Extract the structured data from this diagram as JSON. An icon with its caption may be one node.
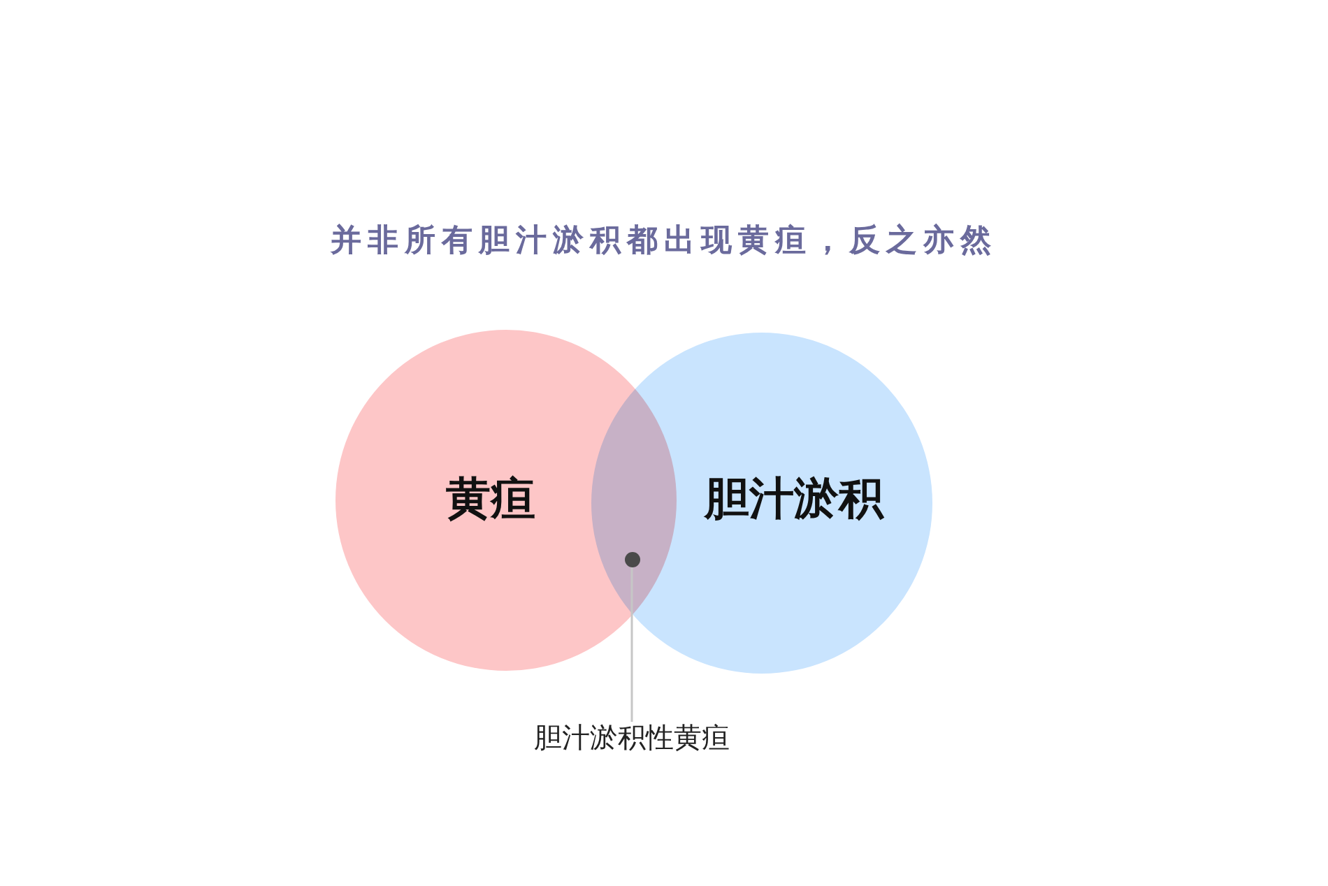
{
  "diagram": {
    "title": "并非所有胆汁淤积都出现黄疸，反之亦然",
    "nodes": [
      {
        "text": [
          "黄疸"
        ]
      },
      {
        "text": [
          "胆汁淤积"
        ]
      },
      {
        "text": [
          "胆汁淤积性黄疸"
        ]
      },
      {
        "text": [],
        "shape": "circle"
      }
    ],
    "edges": [
      {
        "from": 2,
        "to": 3,
        "arrow": "none"
      }
    ]
  }
}
